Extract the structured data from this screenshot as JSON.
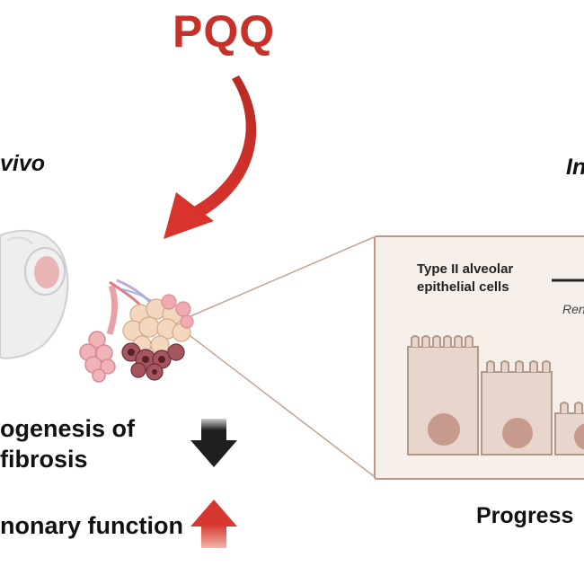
{
  "title": "PQQ",
  "in_vivo_label": "vivo",
  "in_vitro_label": "In",
  "outcomes": {
    "pathogenesis_line1": "ogenesis of",
    "pathogenesis_line2": "fibrosis",
    "pulmonary_function": "nonary function",
    "progress_label": "Progress"
  },
  "panel": {
    "cell_type_line1": "Type II alveolar",
    "cell_type_line2": "epithelial cells",
    "ren_text": "Ren"
  },
  "colors": {
    "pqq_red": "#c8302a",
    "down_arrow": "#1f1f1f",
    "up_arrow": "#d6372f",
    "cell_fill": "#e8d6cc",
    "panel_border": "#b89a86"
  }
}
